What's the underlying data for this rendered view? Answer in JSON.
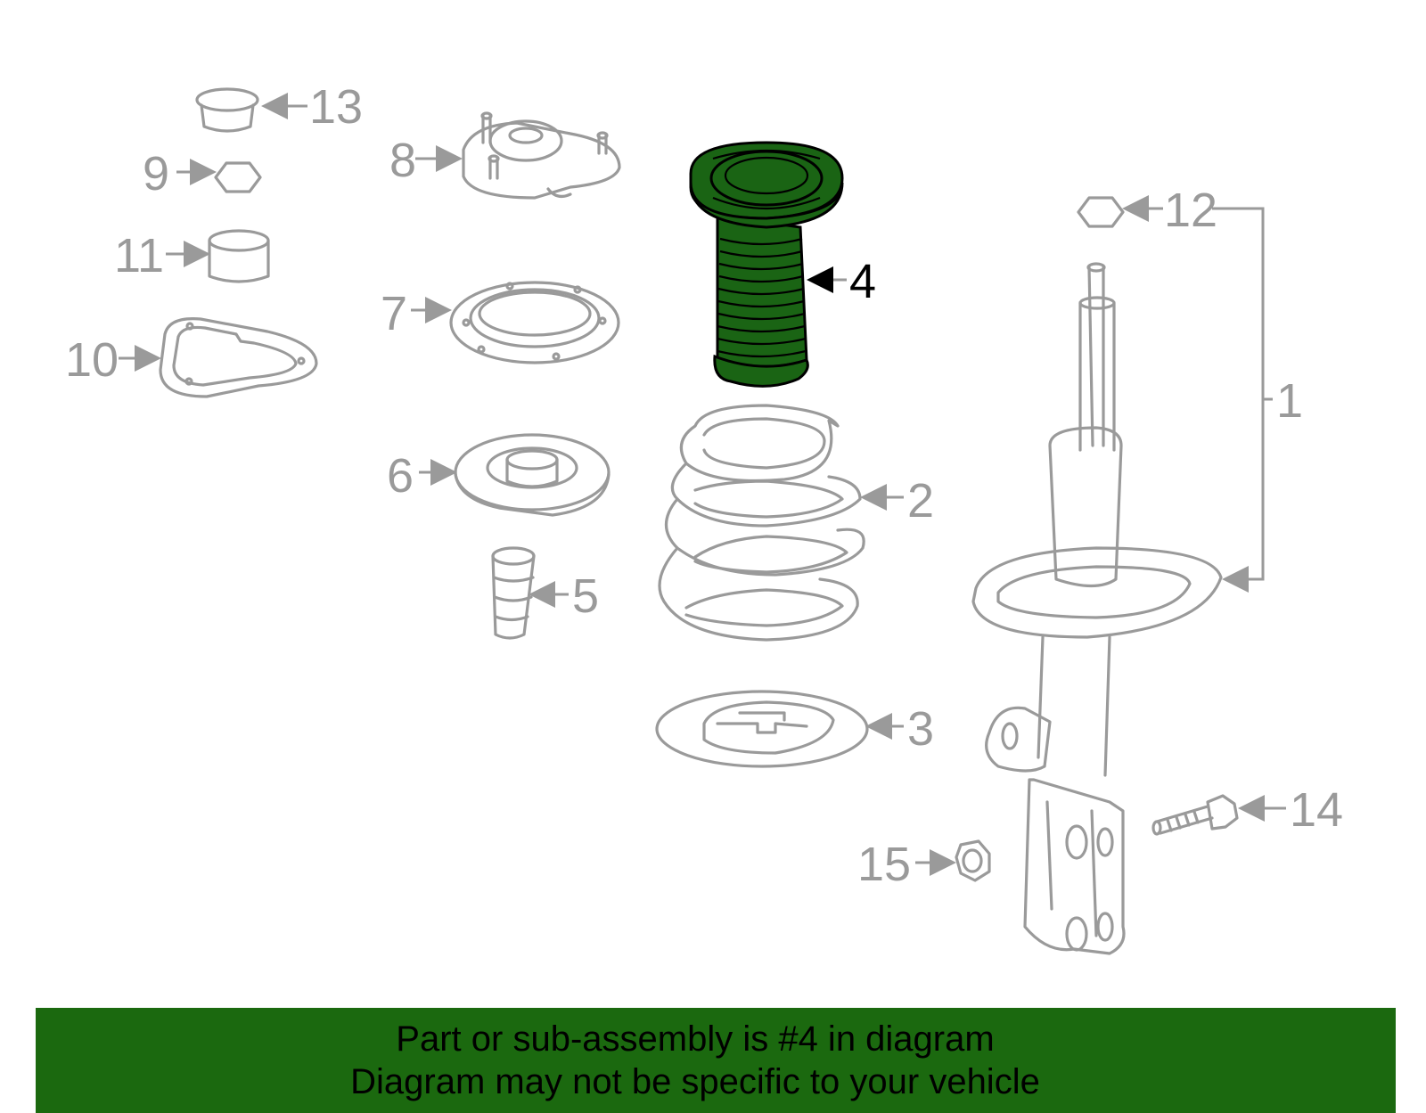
{
  "colors": {
    "highlight": "#1a6414",
    "banner_background": "#1b690f",
    "part_outline": "#9a9a9a",
    "text": "#000000"
  },
  "diagram": {
    "callouts": [
      "1",
      "2",
      "3",
      "4",
      "5",
      "6",
      "7",
      "8",
      "9",
      "10",
      "11",
      "12",
      "13",
      "14",
      "15"
    ],
    "highlighted_callout": "4"
  },
  "banner": {
    "line1": "Part or sub-assembly is #4 in diagram",
    "line2": "Diagram may not be specific to your vehicle"
  }
}
